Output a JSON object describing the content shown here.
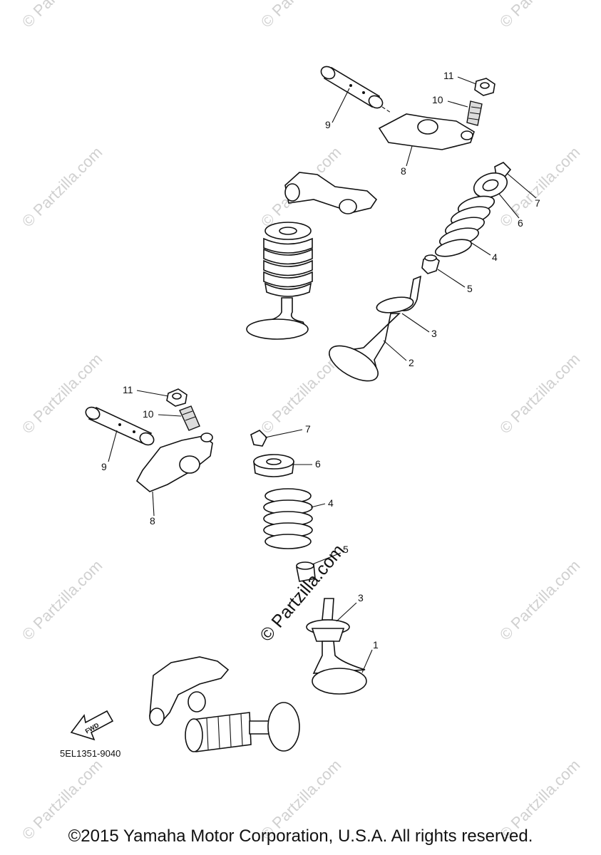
{
  "watermark": {
    "text": "© Partzilla.com",
    "color": "#d0d0d0"
  },
  "callouts": {
    "upper": {
      "p11": "11",
      "p10": "10",
      "p9": "9",
      "p8": "8",
      "p7": "7",
      "p6": "6",
      "p4": "4",
      "p5": "5",
      "p3": "3",
      "p2": "2"
    },
    "lower": {
      "p11": "11",
      "p10": "10",
      "p9": "9",
      "p8": "8",
      "p7": "7",
      "p6": "6",
      "p4": "4",
      "p5": "5",
      "p3": "3",
      "p1": "1"
    }
  },
  "fwd_label": "FWD",
  "diagram_code": "5EL1351-9040",
  "copyright": "©2015 Yamaha Motor Corporation, U.S.A. All rights reserved.",
  "icons": [
    "fwd-arrow-icon"
  ]
}
